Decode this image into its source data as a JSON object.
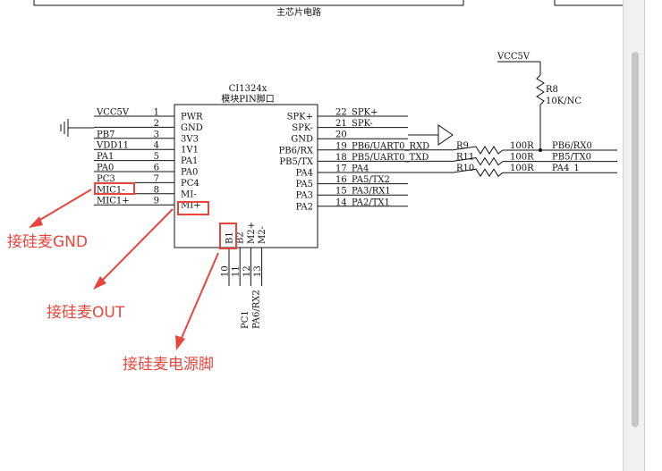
{
  "header": {
    "title": "主芯片电路"
  },
  "chip": {
    "name": "CI1324x",
    "subtitle": "模块PIN脚口",
    "left_pins": [
      {
        "net": "VCC5V",
        "num": "1",
        "name": "PWR"
      },
      {
        "net": "",
        "num": "2",
        "name": "GND"
      },
      {
        "net": "PB7",
        "num": "3",
        "name": "3V3"
      },
      {
        "net": "VDD11",
        "num": "4",
        "name": "1V1"
      },
      {
        "net": "PA1",
        "num": "5",
        "name": "PA1"
      },
      {
        "net": "PA0",
        "num": "6",
        "name": "PA0"
      },
      {
        "net": "PC3",
        "num": "7",
        "name": "PC4"
      },
      {
        "net": "MIC1-",
        "num": "8",
        "name": "MI-"
      },
      {
        "net": "MIC1+",
        "num": "9",
        "name": "MI+"
      }
    ],
    "right_pins": [
      {
        "name": "SPK+",
        "num": "22",
        "net": "SPK+"
      },
      {
        "name": "SPK-",
        "num": "21",
        "net": "SPK-"
      },
      {
        "name": "GND",
        "num": "20",
        "net": ""
      },
      {
        "name": "PB6/RX",
        "num": "19",
        "net": "PB6/UART0_RXD"
      },
      {
        "name": "PB5/TX",
        "num": "18",
        "net": "PB5/UART0_TXD"
      },
      {
        "name": "PA4",
        "num": "17",
        "net": "PA4"
      },
      {
        "name": "PA5",
        "num": "16",
        "net": "PA5/TX2"
      },
      {
        "name": "PA3",
        "num": "15",
        "net": "PA3/RX1"
      },
      {
        "name": "PA2",
        "num": "14",
        "net": "PA2/TX1"
      }
    ],
    "bottom_pins": [
      {
        "name": "B1",
        "num": "10",
        "net": ""
      },
      {
        "name": "B2",
        "num": "11",
        "net": "PC1"
      },
      {
        "name": "M2+",
        "num": "12",
        "net": "PA6/RX2"
      },
      {
        "name": "M2-",
        "num": "13",
        "net": ""
      }
    ]
  },
  "pullup": {
    "supply": "VCC5V",
    "ref": "R8",
    "value": "10K/NC"
  },
  "resistors": [
    {
      "ref": "R9",
      "value": "100R",
      "net": "PB6/RX0"
    },
    {
      "ref": "R11",
      "value": "100R",
      "net": "PB5/TX0"
    },
    {
      "ref": "R10",
      "value": "100R",
      "net": "PA4_1"
    }
  ],
  "annotations": {
    "gnd": "接硅麦GND",
    "out": "接硅麦OUT",
    "power": "接硅麦电源脚"
  },
  "colors": {
    "annotation": "#e8453c",
    "line": "#111111",
    "background": "#ffffff"
  }
}
